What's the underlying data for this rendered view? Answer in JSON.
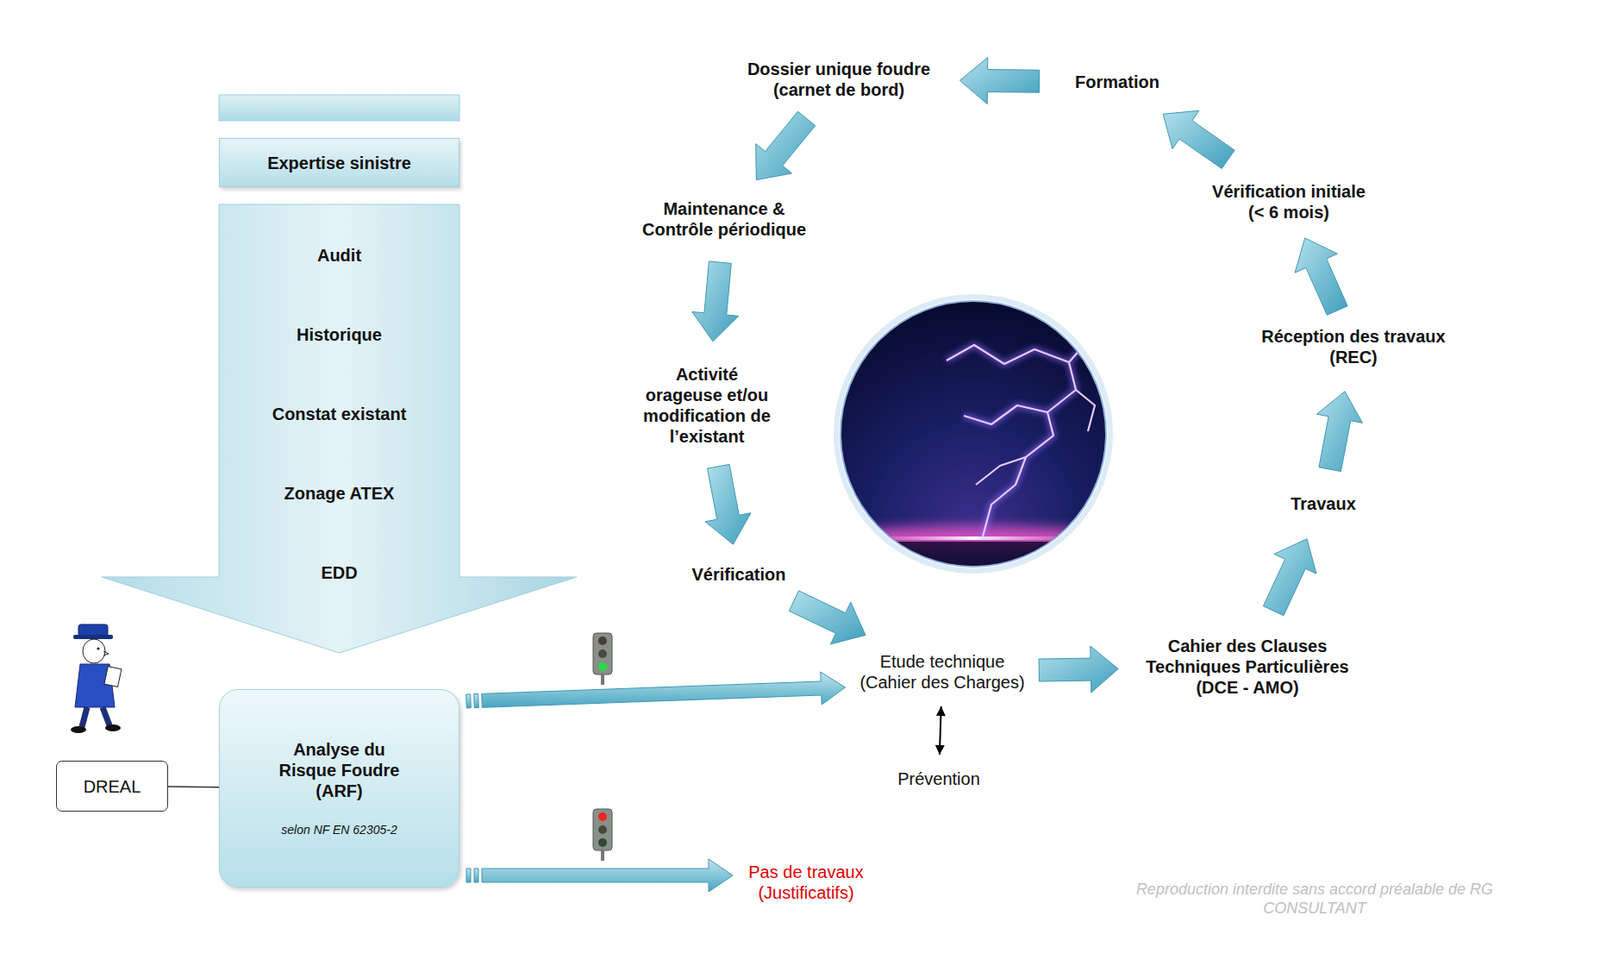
{
  "diagram": {
    "nodes": [
      {
        "text": [
          "Expertise sinistre"
        ]
      },
      {
        "text": [
          "Audit",
          "Historique",
          "Constat existant",
          "Zonage ATEX",
          "EDD"
        ]
      },
      {
        "text": [
          "Analyse du Risque Foudre (ARF)",
          "selon NF EN 62305-2"
        ]
      },
      {
        "text": [
          "DREAL"
        ]
      },
      {
        "text": [
          "Pas de travaux (Justificatifs)"
        ]
      },
      {
        "text": [
          "Formation"
        ]
      },
      {
        "text": [
          "Dossier unique foudre (carnet de bord)"
        ]
      },
      {
        "text": [
          "Maintenance & Contrôle périodique"
        ]
      },
      {
        "text": [
          "Activité orageuse et/ou modification de l’existant"
        ]
      },
      {
        "text": [
          "Vérification"
        ]
      },
      {
        "text": [
          "Etude technique (Cahier des Charges)"
        ]
      },
      {
        "text": [
          "Prévention"
        ]
      },
      {
        "text": [
          "Cahier des Clauses Techniques Particulières (DCE - AMO)"
        ]
      },
      {
        "text": [
          "Travaux"
        ]
      },
      {
        "text": [
          "Réception des travaux (REC)"
        ]
      },
      {
        "text": [
          "Vérification initiale (< 6 mois)"
        ]
      }
    ],
    "edges": [
      {
        "from": 3,
        "to": 2,
        "arrow": "none"
      },
      {
        "from": 2,
        "to": 10,
        "arrow": "to"
      },
      {
        "from": 2,
        "to": 4,
        "arrow": "to"
      },
      {
        "from": 5,
        "to": 6,
        "arrow": "to"
      },
      {
        "from": 6,
        "to": 7,
        "arrow": "to"
      },
      {
        "from": 7,
        "to": 8,
        "arrow": "to"
      },
      {
        "from": 8,
        "to": 9,
        "arrow": "to"
      },
      {
        "from": 9,
        "to": 10,
        "arrow": "to"
      },
      {
        "from": 10,
        "to": 11,
        "arrow": "both"
      },
      {
        "from": 10,
        "to": 12,
        "arrow": "to"
      },
      {
        "from": 12,
        "to": 13,
        "arrow": "to"
      },
      {
        "from": 13,
        "to": 14,
        "arrow": "to"
      },
      {
        "from": 14,
        "to": 15,
        "arrow": "to"
      },
      {
        "from": 15,
        "to": 5,
        "arrow": "to"
      }
    ],
    "labels": [
      "Reproduction interdite sans accord préalable de RG CONSULTANT"
    ]
  }
}
